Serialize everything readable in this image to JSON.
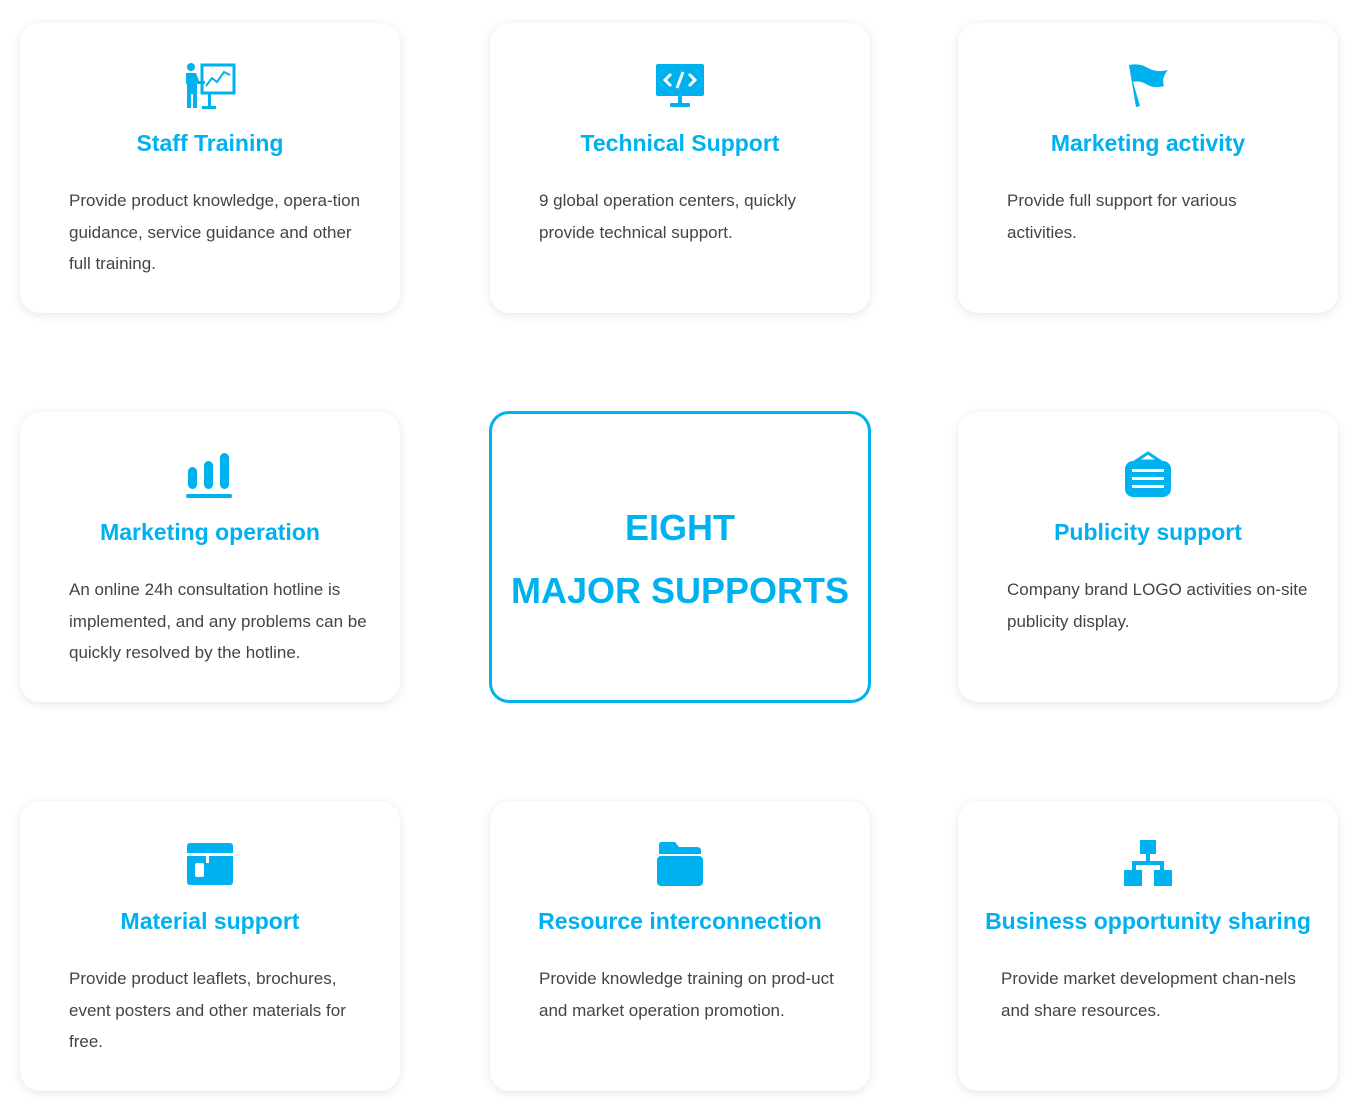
{
  "brand_color": "#00b1ef",
  "center": {
    "line1": "EIGHT",
    "line2": "MAJOR SUPPORTS"
  },
  "cards": [
    {
      "icon": "presentation-board-icon",
      "title": "Staff Training",
      "desc": "Provide product knowledge, opera-tion guidance, service guidance and other full training."
    },
    {
      "icon": "code-monitor-icon",
      "title": "Technical Support",
      "desc": "9 global operation centers, quickly provide technical support."
    },
    {
      "icon": "flag-icon",
      "title": "Marketing activity",
      "desc": "Provide full support for various activities."
    },
    {
      "icon": "bar-chart-icon",
      "title": "Marketing operation",
      "desc": "An online 24h consultation hotline is implemented, and any problems can be quickly resolved by the hotline."
    },
    {
      "icon": "signboard-icon",
      "title": "Publicity support",
      "desc": "Company brand LOGO activities on-site publicity display."
    },
    {
      "icon": "material-window-icon",
      "title": "Material support",
      "desc": "Provide product leaflets, brochures, event posters and other materials for free."
    },
    {
      "icon": "folder-icon",
      "title": "Resource interconnection",
      "desc": "Provide knowledge training on prod-uct and market operation promotion."
    },
    {
      "icon": "network-hierarchy-icon",
      "title": "Business opportunity sharing",
      "desc": "Provide market development chan-nels and share resources."
    }
  ]
}
